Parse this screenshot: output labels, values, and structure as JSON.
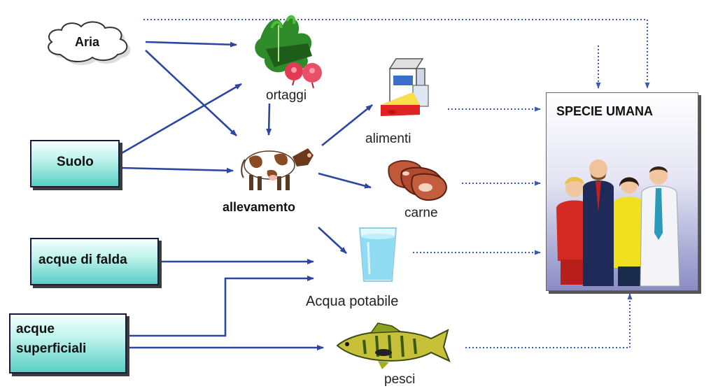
{
  "sources": {
    "aria": "Aria",
    "suolo": "Suolo",
    "acque_falda": "acque di falda",
    "acque_superficiali_line1": "acque",
    "acque_superficiali_line2": "superficiali"
  },
  "nodes": {
    "ortaggi": "ortaggi",
    "allevamento": "allevamento",
    "alimenti": "alimenti",
    "carne": "carne",
    "acqua_potabile": "Acqua potabile",
    "pesci": "pesci"
  },
  "target": {
    "title": "SPECIE UMANA"
  },
  "colors": {
    "arrow": "#2d47a0",
    "dotted": "#3a5ab4",
    "box_fill": "#59cfc4",
    "box_border": "#1a1a40"
  },
  "icons": [
    "cloud-icon",
    "vegetables-icon",
    "cow-icon",
    "dairy-food-icon",
    "meat-icon",
    "water-glass-icon",
    "fish-icon",
    "people-group-icon"
  ]
}
